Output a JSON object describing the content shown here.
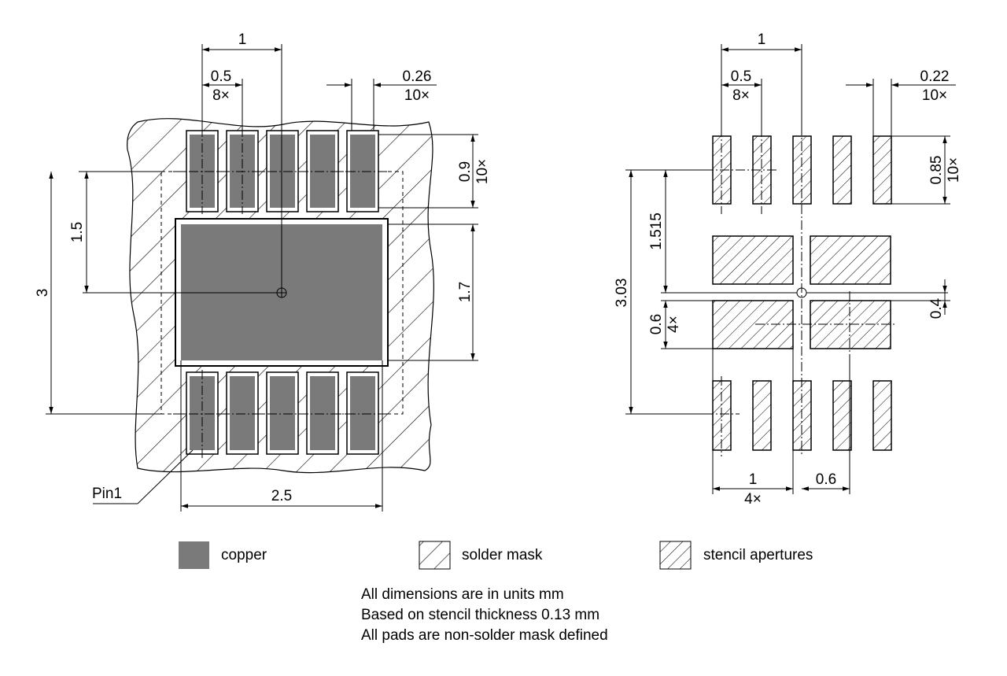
{
  "left_view": {
    "dims": {
      "pitch": "1",
      "pad_width": "0.5",
      "pad_width_count": "8×",
      "mask_opening": "0.26",
      "mask_opening_count": "10×",
      "pad_length": "0.9",
      "pad_length_count": "10×",
      "center_offset": "1.5",
      "overall_height": "3",
      "exposed_pad_height": "1.7",
      "exposed_pad_width": "2.5"
    },
    "pin1_label": "Pin1"
  },
  "right_view": {
    "dims": {
      "pitch": "1",
      "aperture_width": "0.5",
      "aperture_width_count": "8×",
      "aperture_gap": "0.22",
      "aperture_gap_count": "10×",
      "aperture_length": "0.85",
      "aperture_length_count": "10×",
      "center_offset": "1.515",
      "overall_height": "3.03",
      "block_height": "0.6",
      "block_height_count": "4×",
      "block_gap": "0.4",
      "block_width": "1",
      "block_width_count": "4×",
      "block_spacing": "0.6"
    }
  },
  "legend": {
    "copper": "copper",
    "solder_mask": "solder mask",
    "stencil": "stencil apertures"
  },
  "colors": {
    "copper": "#7a7a7a",
    "line": "#000000"
  },
  "notes": {
    "line1": "All dimensions are in units mm",
    "line2": "Based on stencil thickness 0.13 mm",
    "line3": "All pads are non-solder mask defined"
  }
}
